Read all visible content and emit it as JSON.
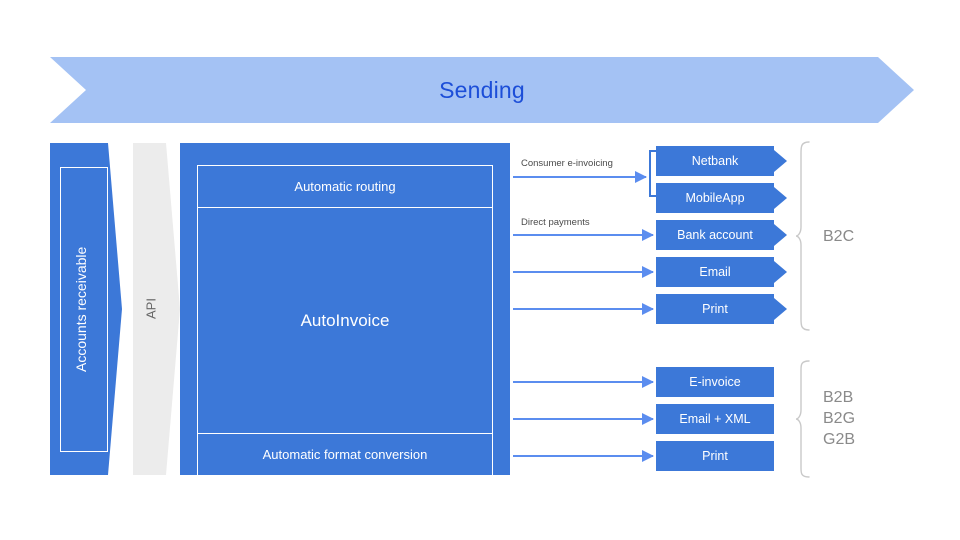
{
  "banner": {
    "title": "Sending",
    "fill_color": "#a4c2f4",
    "text_color": "#1c4ed8"
  },
  "pipeline": {
    "accounts_receivable": {
      "label": "Accounts receivable",
      "color": "#3c78d8"
    },
    "api": {
      "label": "API",
      "color": "#ececec"
    },
    "core": {
      "top_label": "Automatic routing",
      "main_label": "AutoInvoice",
      "bottom_label": "Automatic format conversion",
      "color": "#3c78d8"
    }
  },
  "flows": [
    {
      "label": "Consumer e-invoicing"
    },
    {
      "label": "Direct payments"
    },
    {
      "label": ""
    },
    {
      "label": ""
    },
    {
      "label": ""
    },
    {
      "label": ""
    },
    {
      "label": ""
    }
  ],
  "channels": {
    "b2c": {
      "group_label": "B2C",
      "items": [
        {
          "label": "Netbank"
        },
        {
          "label": "MobileApp"
        },
        {
          "label": "Bank account"
        },
        {
          "label": "Email"
        },
        {
          "label": "Print"
        }
      ]
    },
    "b2b": {
      "group_label_lines": [
        "B2B",
        "B2G",
        "G2B"
      ],
      "items": [
        {
          "label": "E-invoice"
        },
        {
          "label": "Email + XML"
        },
        {
          "label": "Print"
        }
      ]
    }
  },
  "colors": {
    "primary_blue": "#3c78d8",
    "arrow_blue": "#5b8def",
    "banner_blue": "#a4c2f4",
    "gray_panel": "#ececec",
    "label_gray": "#8a8a8a"
  }
}
